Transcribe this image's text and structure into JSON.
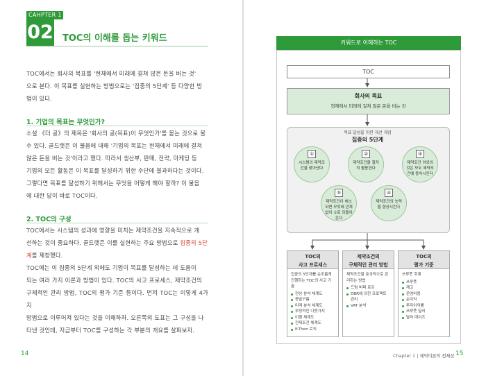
{
  "left_page": {
    "chapter_label": "CAHPTER 1",
    "chapter_number": "02",
    "title": "TOC의 이해를 돕는 키워드",
    "intro_lines": [
      "TOC에서는 회사의 목표를 '현재에서 미래에 걸쳐 많은 돈을 버는 것'",
      "으로 본다. 이 목표를 실현하는 방법으로는 '집중의 5단계' 등 다양한 방",
      "법이 있다."
    ],
    "section1": {
      "heading": "1. 기업의 목표는 무엇인가?",
      "lines": [
        "소설 《더 골》의 제목은 '회사의 골(목표)이 무엇인가'를 묻는 것으로 볼",
        "수 있다. 골드랫은 이 물음에 대해 '기업의 목표는 현재에서 미래에 걸쳐",
        "많은 돈을 버는 것'이라고 했다. 따라서 생산부, 판매, 전략, 마케팅 등",
        "기업의 모든 활동은 이 목표를 달성하기 위한 수단에 불과하다는 것이다.",
        "그렇다면 목표를 달성하기 위해서는 무엇을 어떻게 해야 할까? 이 물음",
        "에 대한 답이 바로 TOC이다."
      ]
    },
    "section2": {
      "heading": "2. TOC의 구성",
      "lines_a": [
        "TOC에서는 시스템의 성과에 영향을 미치는 제약조건을 지속적으로 개",
        "선하는 것이 중요하다. 골드랫은 이를 실현하는 주요 방법으로"
      ],
      "highlight_a": " 집중의 5단",
      "highlight_b": "계",
      "after_highlight": "를 제창했다.",
      "lines_b": [
        "TOC에는 이 집중의 5단계 외에도 기업이 목표를 달성하는 데 도움이",
        "되는 여러 가지 이론과 방법이 있다. TOC의 사고 프로세스, 제약조건의",
        "구체적인 관리 방법, TOC의 평가 기준 등이다. 먼저 TOC는 이렇게 4가지",
        "방법으로 이루어져 있다는 것을 이해하자. 오른쪽의 도표는 그 구성을 나",
        "타낸 것인데, 지금부터 TOC를 구성하는 각 부분의 개요를 살펴보자."
      ]
    },
    "page_number": "14"
  },
  "right_page": {
    "diagram_header": "키워드로 이해하는 TOC",
    "toc_label": "TOC",
    "goal_title": "회사의 목표",
    "goal_subtitle": "현재에서 미래에 걸쳐 많은 돈을 버는 것",
    "steps_caption": "목표 달성을 위한 개선 개념",
    "steps_title": "집중의 5단계",
    "steps": [
      {
        "num": "①",
        "text": "시스템의 제약조건을 찾아낸다"
      },
      {
        "num": "②",
        "text": "제약조건을 철저히 활용한다"
      },
      {
        "num": "③",
        "text": "제약조건 이외의 것은 모두 제약조건에 종속시킨다"
      },
      {
        "num": "④",
        "text": "제약조건의 능력을 향상시킨다"
      },
      {
        "num": "⑤",
        "text": "제약조건이 해소되면 무엇에 관계 없이 ①로 되돌아온다"
      }
    ],
    "columns": [
      {
        "title_line1": "TOC의",
        "title_line2": "사고 프로세스",
        "desc": "집중의 5단계를 순조롭게 진행하는 TOC의 사고 기술",
        "items": [
          "현상 분석 체계도",
          "증발구름",
          "미래 분석 체계도",
          "부정적인 나뭇가지",
          "이행 체계도",
          "전제조건 체계도",
          "If-Then 로직"
        ]
      },
      {
        "title_line1": "제약조건의",
        "title_line2": "구체적인 관리 방법",
        "desc": "제약조건을 효과적으로 관리하는 방법",
        "items": [
          "드럼 버퍼 로프",
          "DBR에 의한 프로젝트 관리",
          "VAT 분석"
        ]
      },
      {
        "title_line1": "TOC의",
        "title_line2": "평가 기준",
        "desc": "쓰루풋 회계",
        "items": [
          "쓰루풋",
          "재고",
          "운영비용",
          "순이익",
          "투자이익률",
          "쓰루풋 달러",
          "달러 데이즈"
        ]
      }
    ],
    "footer_text": "Chapter 1 | 제약이론의 전체상",
    "page_number": "15"
  },
  "colors": {
    "accent_green": "#2e9a3a",
    "light_green": "#d8ecd9",
    "highlight_red": "#d8412b"
  }
}
